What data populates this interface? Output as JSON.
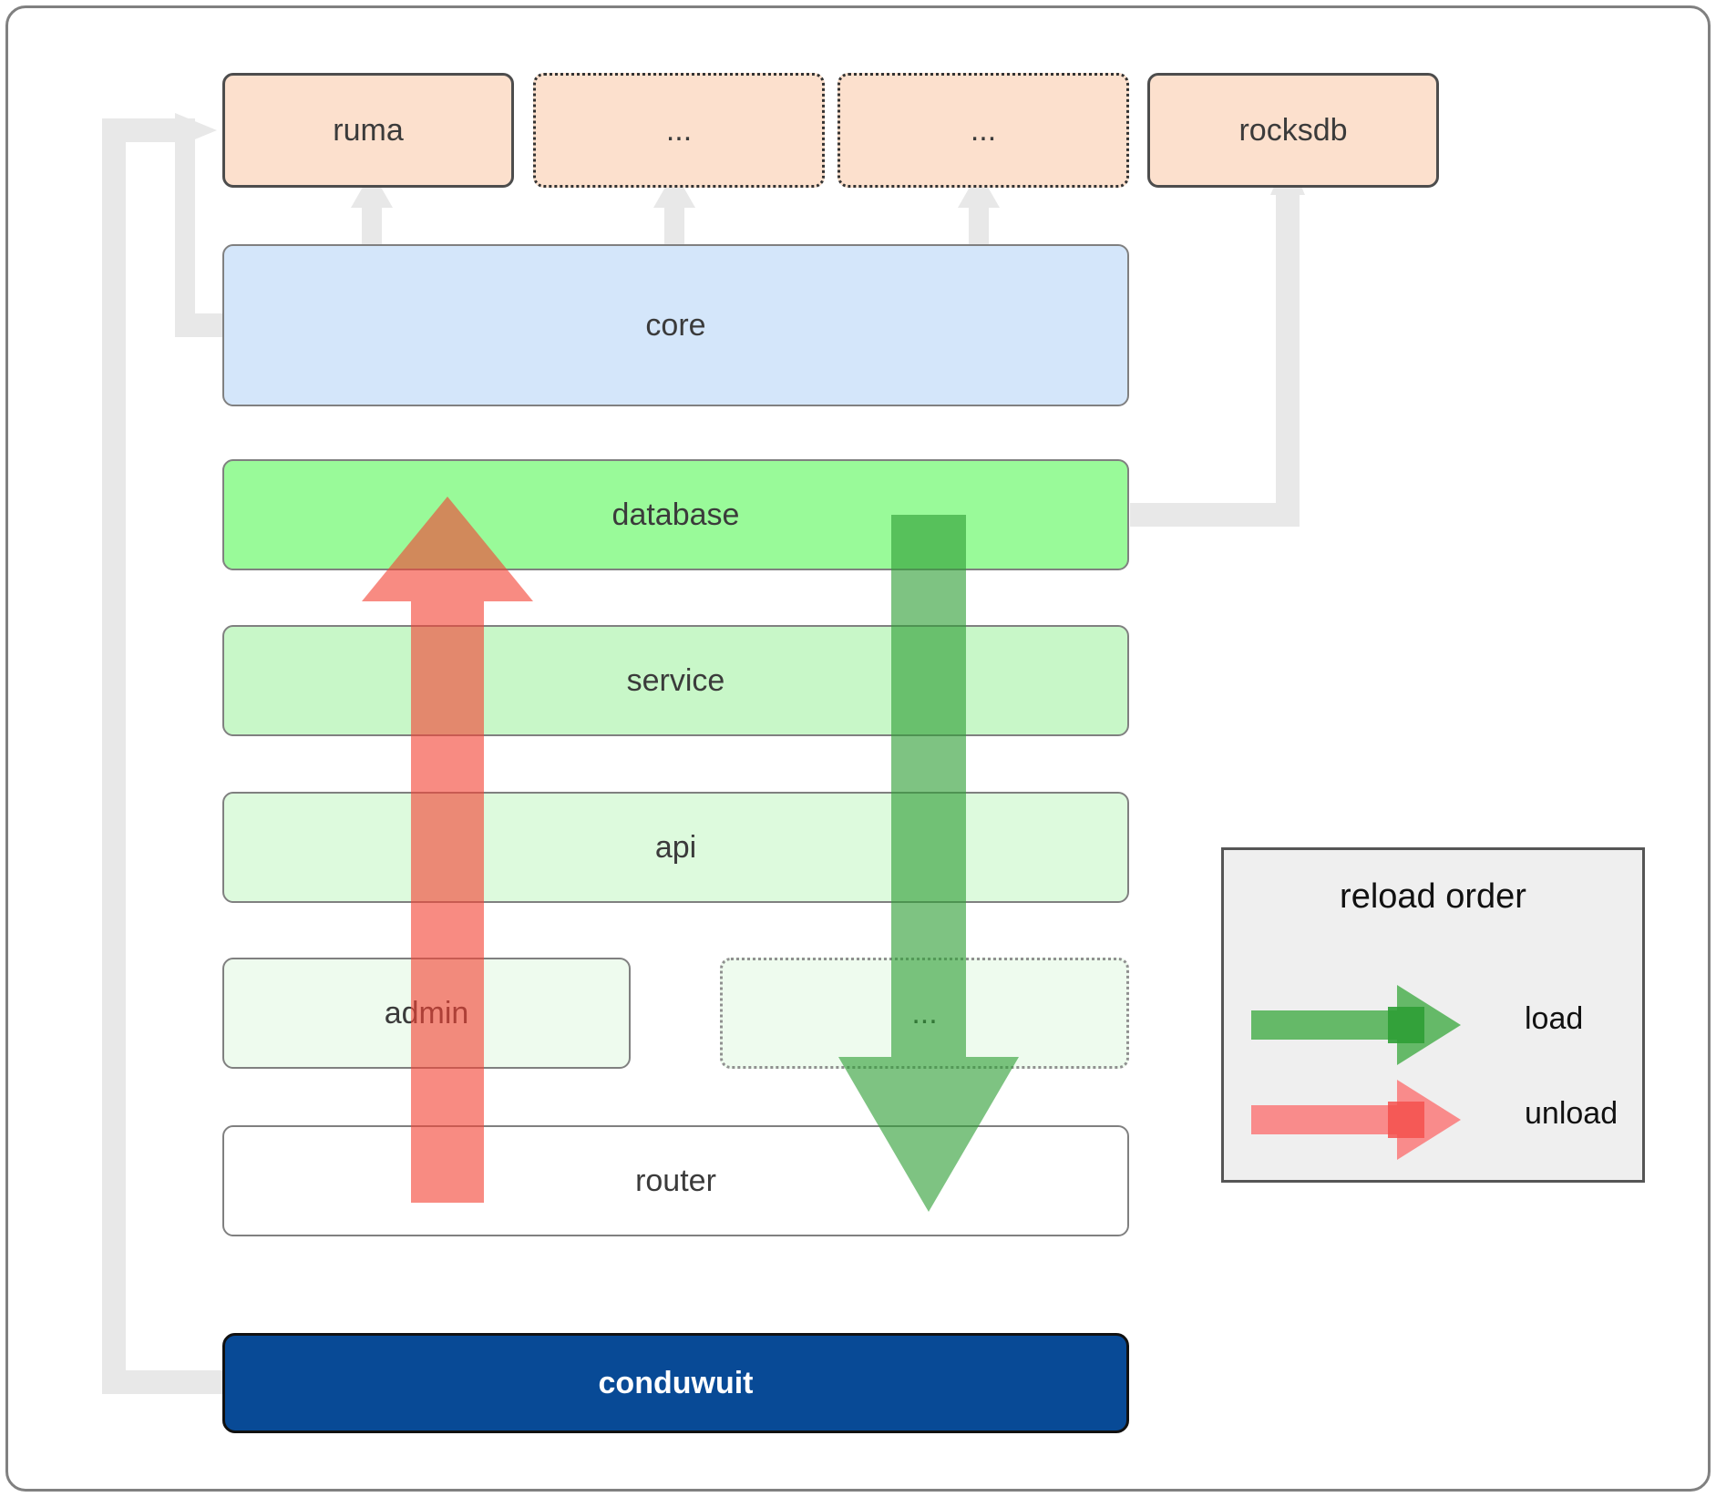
{
  "diagram": {
    "title": "conduwuit crate dependency / reload order diagram",
    "colors": {
      "orange": "#fce0cd",
      "blue": "#d4e6fa",
      "green_database": "#99fa99",
      "green_service": "#c8f7c8",
      "green_api": "#ddfadd",
      "green_admin": "#eefbee",
      "white_router": "#ffffff",
      "navy_conduwuit": "#084a96",
      "load_arrow": "#4caf50",
      "unload_arrow": "#f98080",
      "connector_gray": "#e8e8e8",
      "legend_bg": "#efefef"
    },
    "nodes": {
      "ruma": {
        "label": "ruma",
        "style": "solid",
        "tone": "orange"
      },
      "ellipsis_top_1": {
        "label": "...",
        "style": "dotted",
        "tone": "orange"
      },
      "ellipsis_top_2": {
        "label": "...",
        "style": "dotted",
        "tone": "orange"
      },
      "rocksdb": {
        "label": "rocksdb",
        "style": "solid",
        "tone": "orange"
      },
      "core": {
        "label": "core",
        "style": "solid",
        "tone": "blue"
      },
      "database": {
        "label": "database",
        "style": "solid",
        "tone": "green1"
      },
      "service": {
        "label": "service",
        "style": "solid",
        "tone": "green2"
      },
      "api": {
        "label": "api",
        "style": "solid",
        "tone": "green3"
      },
      "admin": {
        "label": "admin",
        "style": "solid",
        "tone": "green4"
      },
      "ellipsis_admin_row": {
        "label": "...",
        "style": "dotted",
        "tone": "green4"
      },
      "router": {
        "label": "router",
        "style": "solid",
        "tone": "white"
      },
      "conduwuit": {
        "label": "conduwuit",
        "style": "solid",
        "tone": "navy"
      }
    },
    "legend": {
      "title": "reload order",
      "items": [
        {
          "key": "load",
          "label": "load",
          "color": "#4caf50"
        },
        {
          "key": "unload",
          "label": "unload",
          "color": "#f98080"
        }
      ]
    },
    "flows": {
      "unload_direction": "up",
      "unload_from": "router",
      "unload_to": "database",
      "load_direction": "down",
      "load_from": "database",
      "load_to": "router"
    }
  }
}
